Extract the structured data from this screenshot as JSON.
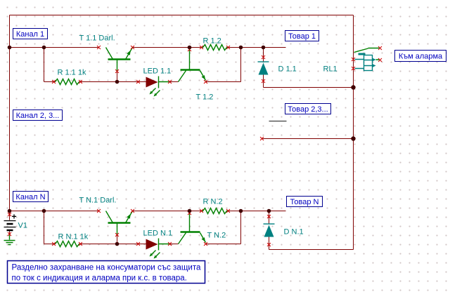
{
  "diagram": {
    "boxes": {
      "channel_1": "Канал 1",
      "channel_2_3": "Канал 2, 3...",
      "channel_n": "Канал N",
      "load_1": "Товар 1",
      "load_2_3": "Товар 2,3...",
      "load_n": "Товар N",
      "to_alarm": "Към аларма"
    },
    "components": {
      "t_1_1": "T 1.1 Darl.",
      "r_1_1": "R 1.1 1k",
      "led_1_1": "LED 1.1",
      "t_1_2": "T 1.2",
      "r_1_2": "R 1.2",
      "d_1_1": "D 1.1",
      "rl_1": "RL1",
      "v_1": "V1",
      "t_n_1": "T N.1 Darl.",
      "r_n_1": "R N.1 1k",
      "led_n_1": "LED N.1",
      "t_n_2": "T N.2",
      "r_n_2": "R N.2",
      "d_n_1": "D N.1"
    },
    "battery_plus": "+",
    "description_line1": "Разделно захранване на консуматори със защита",
    "description_line2": "по ток с индикация и аларма при к.с. в товара.",
    "colors": {
      "wire": "#800000",
      "stub": "#1a1a1a",
      "component": "#008000",
      "teal": "#008080",
      "teal_text": "#007f7f",
      "blue_text": "#0000c0",
      "box_border": "#000090",
      "pin_mark": "#cc0000",
      "junction": "#400000"
    }
  }
}
